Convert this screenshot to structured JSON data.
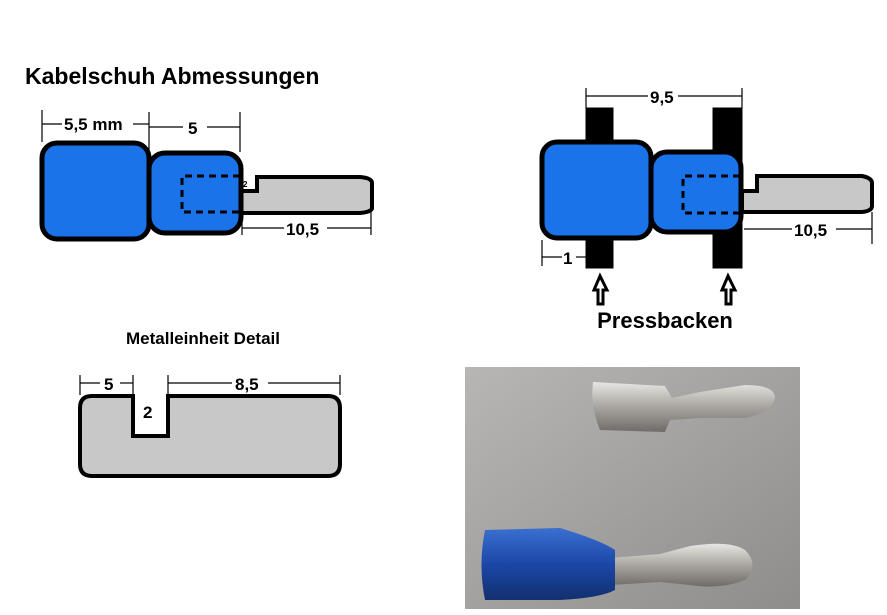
{
  "title": "Kabelschuh Abmessungen",
  "left_diagram": {
    "dim_sleeve": "5,5 mm",
    "dim_barrel": "5",
    "dim_gap": "2",
    "dim_pin": "10,5"
  },
  "right_diagram": {
    "dim_jaw_span": "9,5",
    "dim_offset": "1",
    "dim_pin": "10,5",
    "label": "Pressbacken"
  },
  "metal_detail": {
    "title": "Metalleinheit Detail",
    "dim_left": "5",
    "dim_notch": "2",
    "dim_right": "8,5"
  },
  "colors": {
    "insulation": "#1a73e8",
    "metal": "#c8c8c8",
    "outline": "#000000"
  }
}
